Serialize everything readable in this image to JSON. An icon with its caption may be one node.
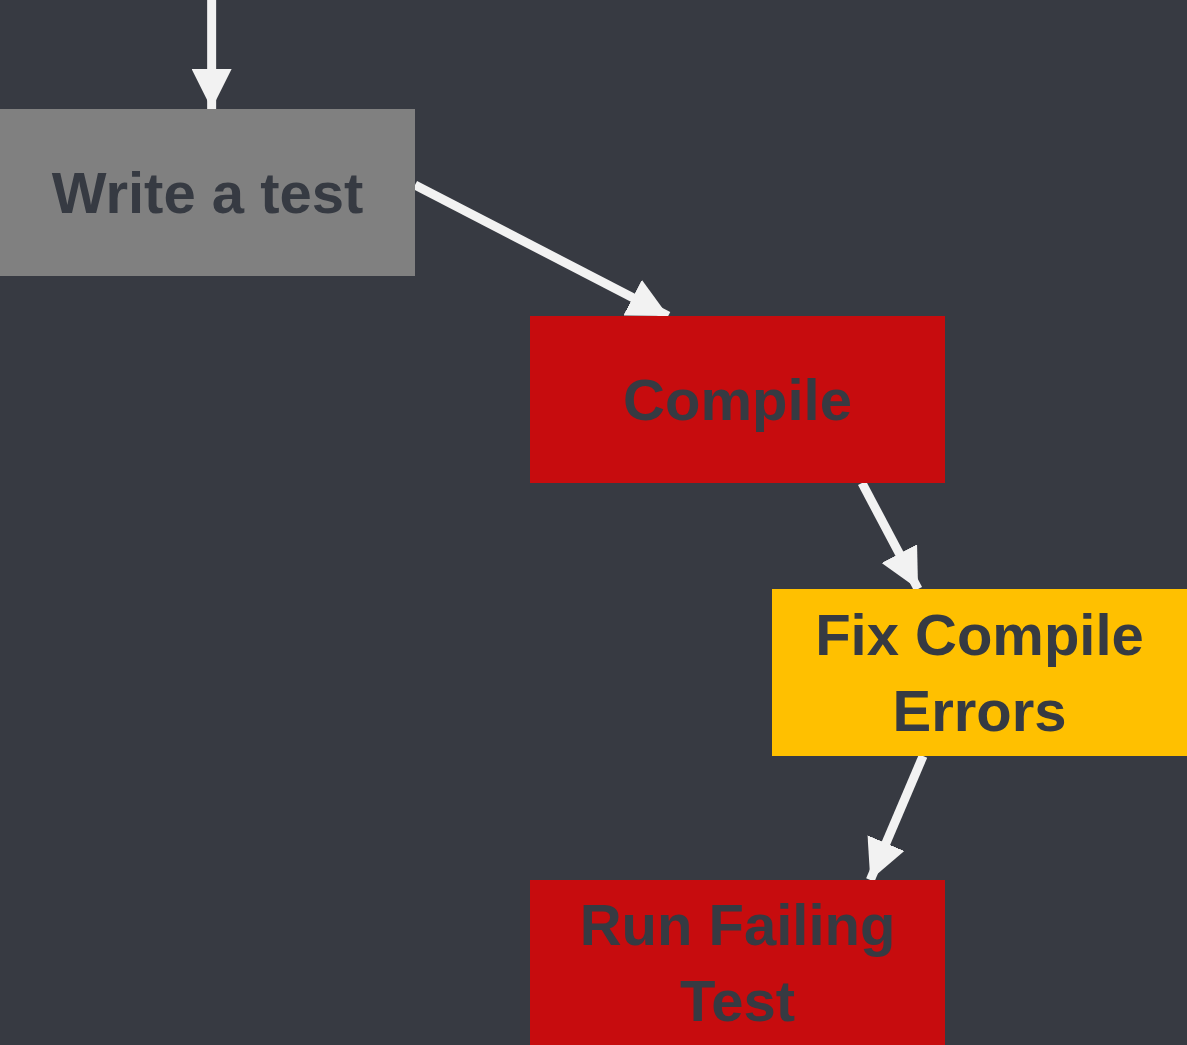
{
  "diagram": {
    "nodes": [
      {
        "text": [
          "Write a test"
        ]
      },
      {
        "text": [
          "Compile"
        ]
      },
      {
        "text": [
          "Fix Compile Errors"
        ]
      },
      {
        "text": [
          "Run Failing Test"
        ]
      }
    ],
    "edges": [
      {
        "from": null,
        "to": 0,
        "arrow": "to"
      },
      {
        "from": 0,
        "to": 1,
        "arrow": "to"
      },
      {
        "from": 1,
        "to": 2,
        "arrow": "to"
      },
      {
        "from": 2,
        "to": 3,
        "arrow": "to"
      }
    ]
  }
}
